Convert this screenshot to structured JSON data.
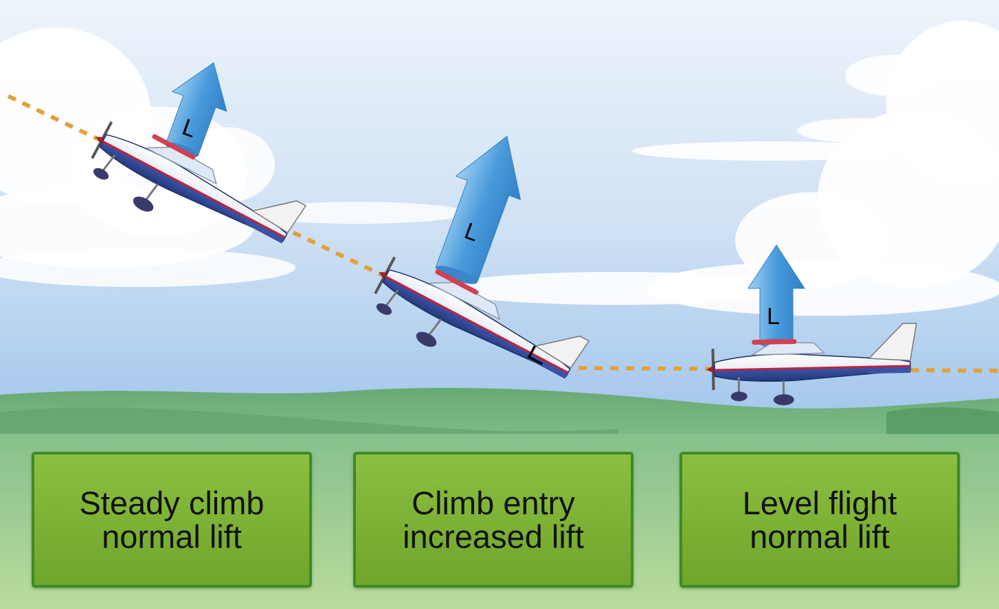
{
  "lift_symbol": "L",
  "icons": [
    "lift-arrow-icon",
    "airplane-icon",
    "flight-path-icon"
  ],
  "colors": {
    "sky_top": "#eef4fb",
    "sky_bottom": "#a7c9ec",
    "ground": "#6fb37d",
    "flight_path": "#e3a03a",
    "lift_arrow": "#4f9fdc",
    "panel_fill": "#7cb236",
    "panel_border": "#3f8a26",
    "fuselage_blue": "#2f4595",
    "stripe_red": "#c0223a"
  },
  "panels": [
    {
      "line1": "Steady climb",
      "line2": "normal lift"
    },
    {
      "line1": "Climb entry",
      "line2": "increased lift"
    },
    {
      "line1": "Level flight",
      "line2": "normal lift"
    }
  ]
}
